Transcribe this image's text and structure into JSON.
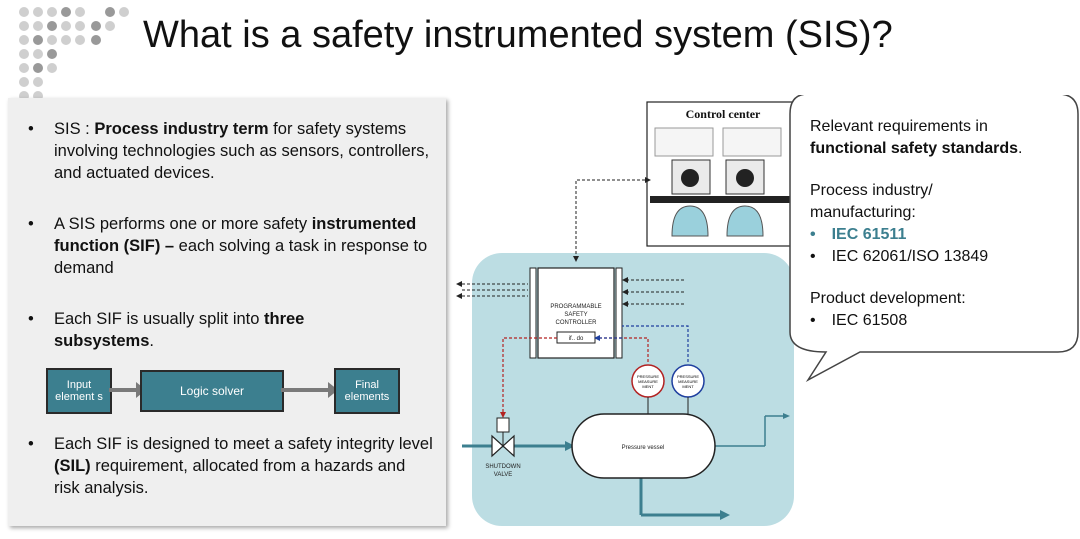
{
  "slide": {
    "title": "What is a safety instrumented system (SIS)?"
  },
  "left_panel": {
    "bullets": [
      {
        "pre": "SIS : ",
        "bold": "Process industry term",
        "post": " for safety systems involving technologies such as sensors, controllers, and actuated devices."
      },
      {
        "pre": "A SIS performs one or more safety ",
        "bold": "instrumented function (SIF) –",
        "post": " each solving a task in response to demand"
      },
      {
        "pre": "Each SIF is usually split into ",
        "bold": "three subsystems",
        "post": "."
      },
      {
        "pre": "Each SIF is designed to meet a safety integrity level ",
        "bold": "(SIL)",
        "post": " requirement, allocated from a hazards and risk analysis."
      }
    ],
    "subsystems": {
      "input": "Input element s",
      "logic": "Logic solver",
      "final": "Final elements"
    }
  },
  "diagram": {
    "control_center": "Control center",
    "controller": "PROGRAMMABLE SAFETY CONTROLLER",
    "controller_code": "if.. do",
    "sensor_left": "PRESSURE MEASURE MENT",
    "sensor_right": "PRESSURE MEASURE MENT",
    "vessel": "Pressure vessel",
    "valve": "SHUTDOWN VALVE",
    "colors": {
      "teal_area": "#bcdde3",
      "pipe": "#3c7f8f",
      "red_signal": "#b22222",
      "blue_signal": "#1f3f9f"
    }
  },
  "bubble": {
    "line1": "Relevant requirements in",
    "line2_bold": "functional safety standards",
    "line2_end": ".",
    "section1": "Process industry/ manufacturing:",
    "item1": "IEC 61511",
    "item2": "IEC 62061/ISO 13849",
    "section2": "Product development:",
    "item3": "IEC 61508"
  }
}
